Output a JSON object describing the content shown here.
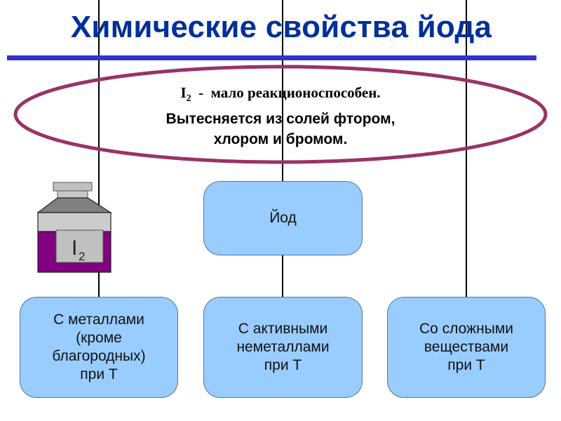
{
  "slide": {
    "title": "Химические свойства йода",
    "note": {
      "line1_symbol": "I",
      "line1_subscript": "2",
      "line1_text": "  -  мало реакционоспособен.",
      "line2": "Вытесняется из солей фтором,",
      "line3": "хлором и бромом."
    },
    "jar": {
      "label_symbol": "I",
      "label_subscript": "2"
    },
    "center_node": {
      "label": "Йод"
    },
    "branches": [
      {
        "lines": [
          "С металлами",
          "(кроме",
          "благородных)",
          "при Т"
        ]
      },
      {
        "lines": [
          "С активными",
          "неметаллами",
          "при Т"
        ]
      },
      {
        "lines": [
          "Со сложными",
          "веществами",
          "при Т"
        ]
      }
    ],
    "colors": {
      "title": "#00309a",
      "rule": "#3333cc",
      "ellipse": "#993366",
      "box_fill": "#99ccff",
      "jar_liquid": "#800080"
    }
  }
}
